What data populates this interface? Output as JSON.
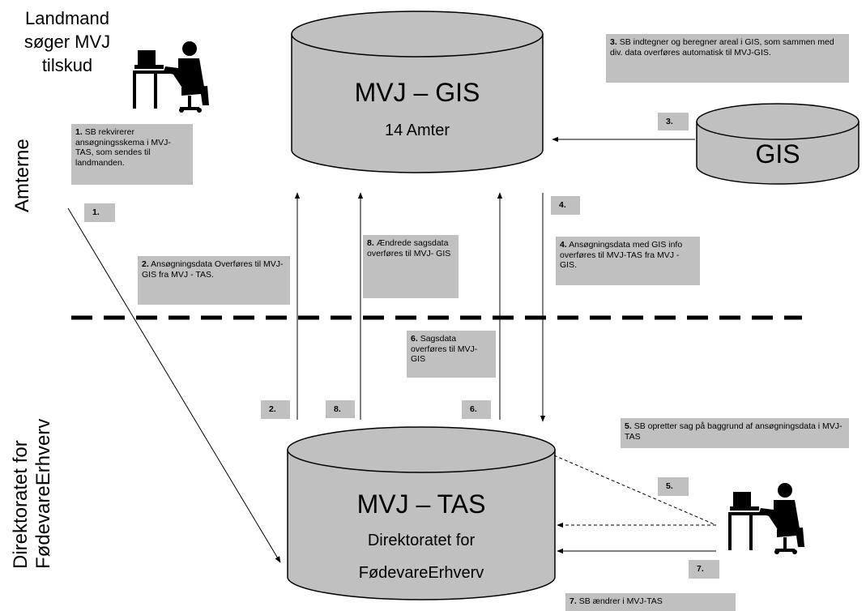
{
  "top_left_label": [
    "Landmand",
    "søger MVJ",
    "tilskud"
  ],
  "side_labels": {
    "amterne": "Amterne",
    "direktoratet_line1": "Direktoratet for",
    "direktoratet_line2": "FødevareErhverv"
  },
  "cylinders": {
    "mvj_gis": {
      "title": "MVJ – GIS",
      "subtitle": "14 Amter"
    },
    "gis": {
      "title": "GIS"
    },
    "mvj_tas": {
      "title": "MVJ – TAS",
      "subtitle1": "Direktoratet for",
      "subtitle2": "FødevareErhverv"
    }
  },
  "notes": {
    "n1": {
      "num": "1.",
      "text": "SB rekvirerer ansøgningsskema i MVJ-TAS, som sendes til landmanden."
    },
    "n2": {
      "num": "2.",
      "text": "Ansøgningsdata Overføres til MVJ-GIS fra MVJ - TAS."
    },
    "n3": {
      "num": "3.",
      "text": "SB indtegner og beregner areal i GIS, som sammen med div. data overføres automatisk til MVJ-GIS."
    },
    "n4": {
      "num": "4.",
      "text": "Ansøgningsdata med GIS info overføres til MVJ-TAS fra MVJ - GIS."
    },
    "n5": {
      "num": "5.",
      "text": "SB opretter sag på baggrund af ansøgningsdata i MVJ-TAS"
    },
    "n6": {
      "num": "6.",
      "text": "Sagsdata overføres til MVJ- GIS"
    },
    "n7": {
      "num": "7.",
      "text": "SB ændrer i MVJ-TAS"
    },
    "n8": {
      "num": "8.",
      "text": "Ændrede sagsdata overføres til MVJ- GIS"
    }
  },
  "tags": {
    "t1": "1.",
    "t2": "2.",
    "t3": "3.",
    "t4": "4.",
    "t5": "5.",
    "t6": "6.",
    "t7": "7.",
    "t8": "8."
  },
  "icons": [
    "person-at-computer-icon",
    "person-at-computer-icon"
  ]
}
